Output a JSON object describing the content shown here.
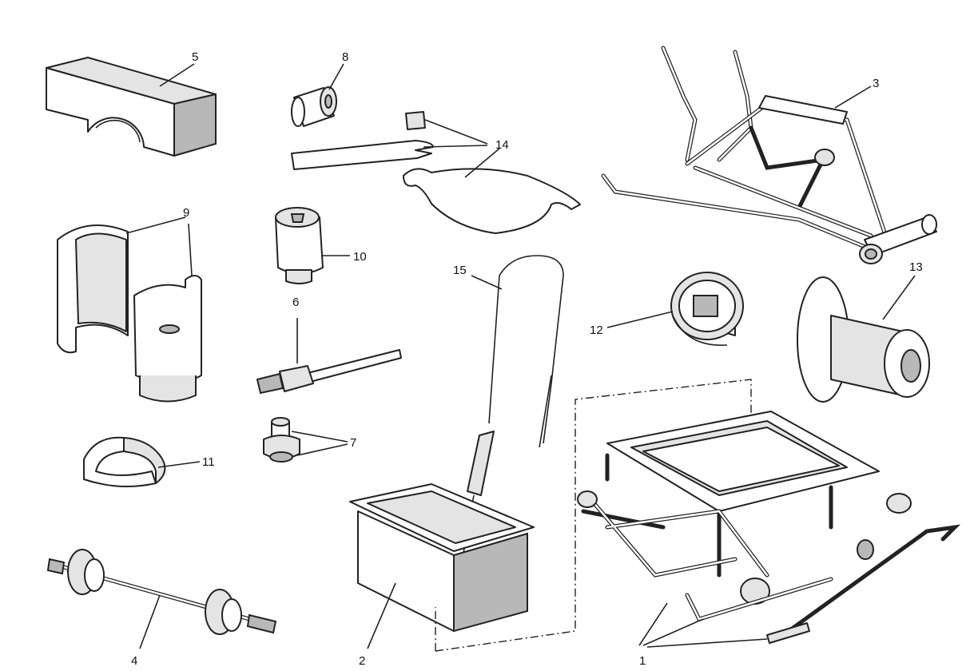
{
  "diagram": {
    "callouts": [
      {
        "id": "callout-1",
        "text": "1"
      },
      {
        "id": "callout-2",
        "text": "2"
      },
      {
        "id": "callout-3",
        "text": "3"
      },
      {
        "id": "callout-4",
        "text": "4"
      },
      {
        "id": "callout-5",
        "text": "5"
      },
      {
        "id": "callout-6",
        "text": "6"
      },
      {
        "id": "callout-7",
        "text": "7"
      },
      {
        "id": "callout-8",
        "text": "8"
      },
      {
        "id": "callout-9",
        "text": "9"
      },
      {
        "id": "callout-10",
        "text": "10"
      },
      {
        "id": "callout-11",
        "text": "11"
      },
      {
        "id": "callout-12",
        "text": "12"
      },
      {
        "id": "callout-13",
        "text": "13"
      },
      {
        "id": "callout-14",
        "text": "14"
      },
      {
        "id": "callout-15",
        "text": "15"
      }
    ]
  }
}
